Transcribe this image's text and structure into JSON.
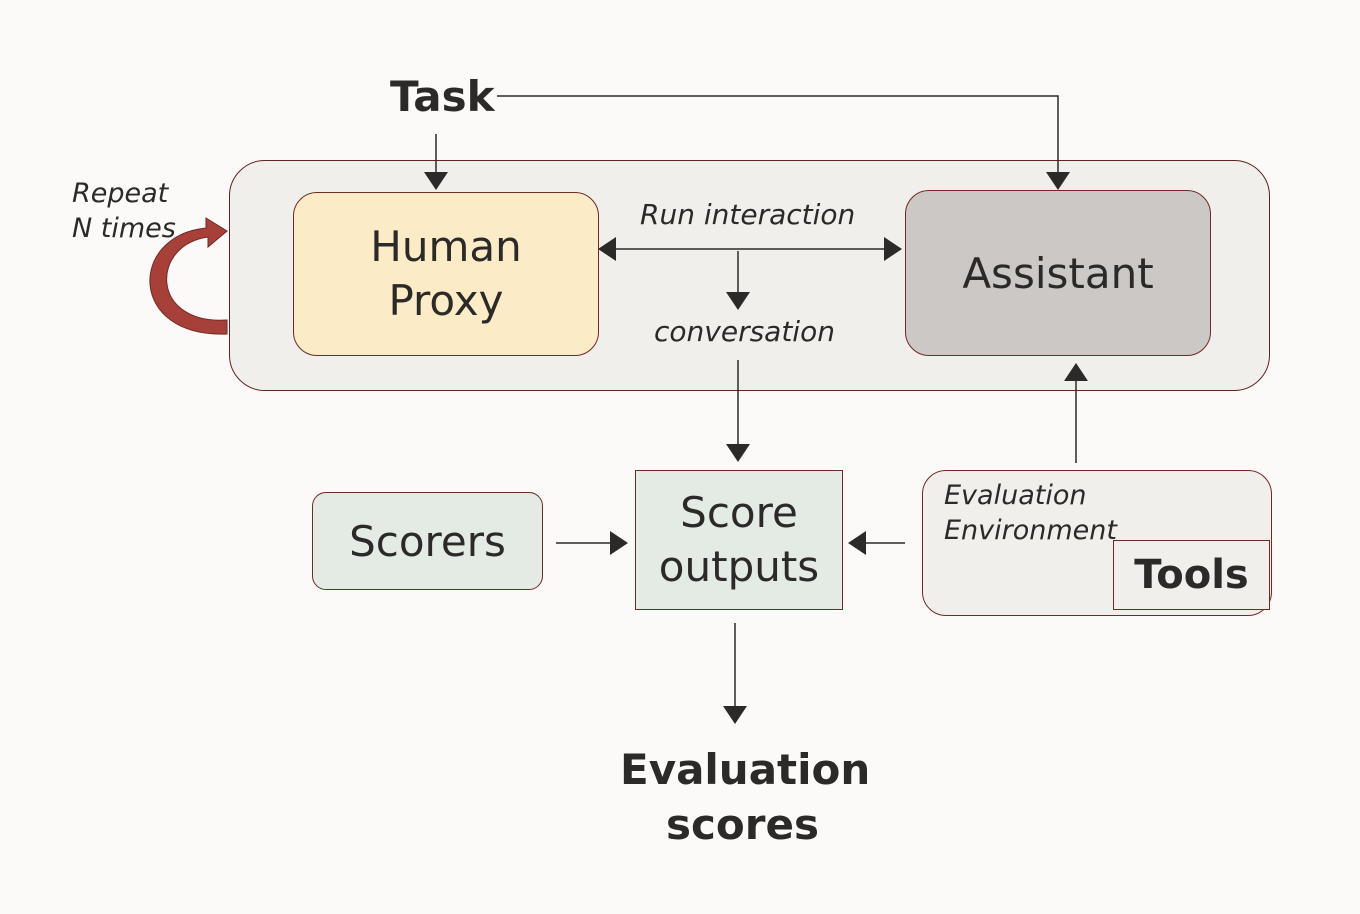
{
  "colors": {
    "background": "#fbfaf8",
    "container_fill": "#f1efec",
    "human_proxy_fill": "#fbebc6",
    "assistant_fill": "#ccc8c5",
    "score_fill": "#e3ebe4",
    "border": "#6e2a26",
    "line": "#2b2a28",
    "loop_arrow": "#a8403a"
  },
  "task": {
    "label": "Task"
  },
  "repeat": {
    "line1": "Repeat",
    "line2": "N times"
  },
  "human_proxy": {
    "line1": "Human",
    "line2": "Proxy"
  },
  "run_interaction": {
    "label": "Run interaction"
  },
  "conversation": {
    "label": "conversation"
  },
  "assistant": {
    "label": "Assistant"
  },
  "scorers": {
    "label": "Scorers"
  },
  "score_outputs": {
    "line1": "Score",
    "line2": "outputs"
  },
  "evaluation_environment": {
    "line1": "Evaluation",
    "line2": "Environment"
  },
  "tools": {
    "label": "Tools"
  },
  "evaluation_scores": {
    "line1": "Evaluation",
    "line2": "scores"
  }
}
